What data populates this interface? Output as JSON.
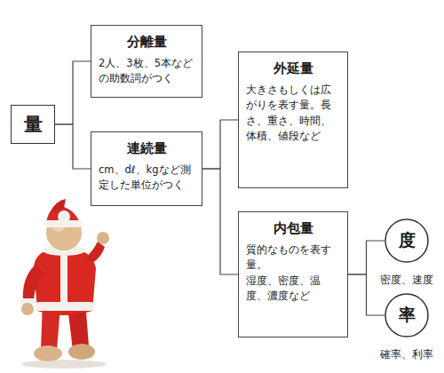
{
  "diagram": {
    "nodes": [
      {
        "text": [
          "量"
        ]
      },
      {
        "text": [
          "分離量",
          "2人、3枚、5本などの助数詞がつく"
        ]
      },
      {
        "text": [
          "連続量",
          "cm、dℓ、kgなど測定した単位がつく"
        ]
      },
      {
        "text": [
          "外延量",
          "大きさもしくは広がりを表す量。長さ、重さ、時間、体積、値段など"
        ]
      },
      {
        "text": [
          "内包量",
          "質的なものを表す量。",
          "湿度、密度、温度、濃度など"
        ]
      },
      {
        "text": [
          "度",
          "密度、速度"
        ]
      },
      {
        "text": [
          "率",
          "確率、利率"
        ]
      }
    ],
    "edges": [
      {
        "from": 0,
        "to": 1,
        "arrow": "none"
      },
      {
        "from": 0,
        "to": 2,
        "arrow": "none"
      },
      {
        "from": 2,
        "to": 3,
        "arrow": "none"
      },
      {
        "from": 2,
        "to": 4,
        "arrow": "none"
      },
      {
        "from": 4,
        "to": 5,
        "arrow": "none"
      },
      {
        "from": 4,
        "to": 6,
        "arrow": "none"
      }
    ]
  }
}
